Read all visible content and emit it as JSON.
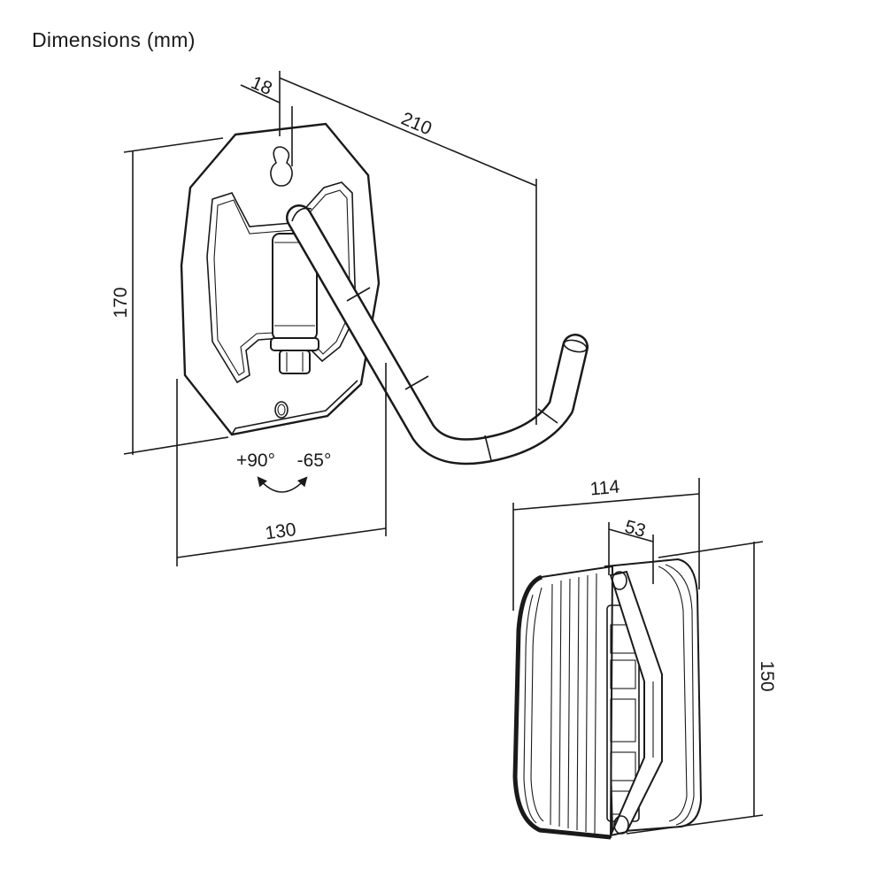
{
  "title": "Dimensions (mm)",
  "dimensions": {
    "offset": "18",
    "depth": "210",
    "height": "170",
    "width": "130",
    "rotation_plus": "+90°",
    "rotation_minus": "-65°",
    "holder_width": "114",
    "holder_inner": "53",
    "holder_height": "150"
  }
}
